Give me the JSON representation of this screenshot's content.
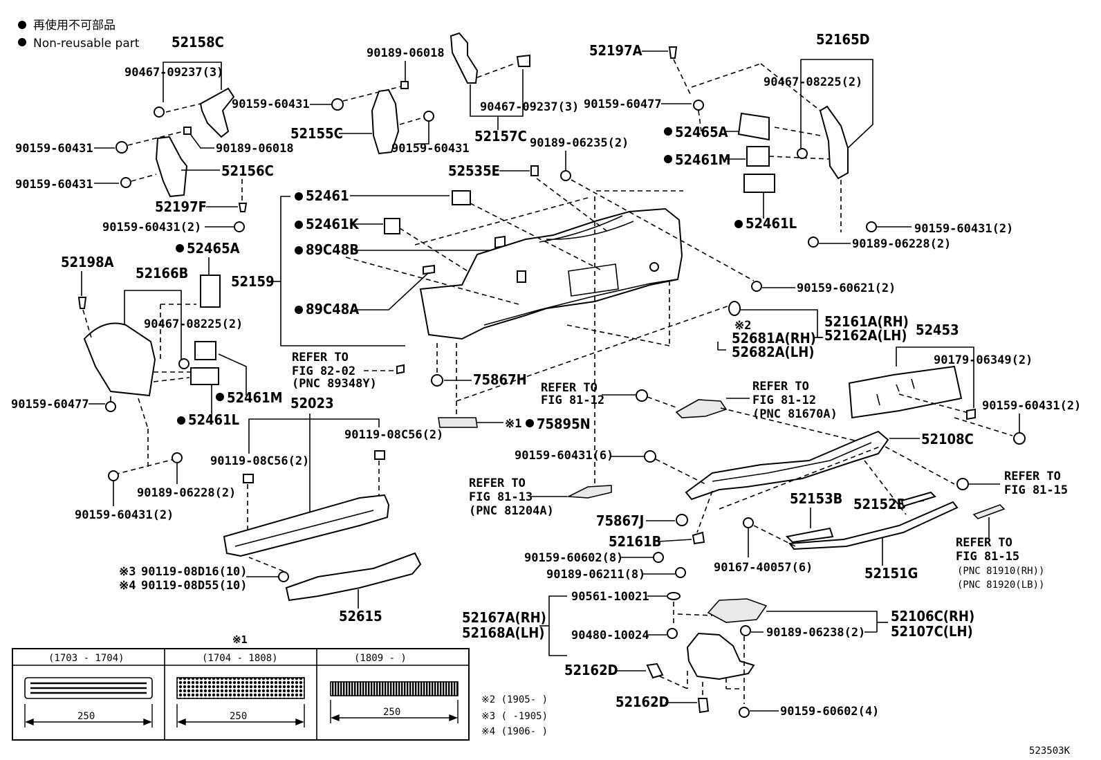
{
  "legend": {
    "jp": "再使用不可部品",
    "en": "Non-reusable part"
  },
  "diagram_id": "523503K",
  "callouts": {
    "c52158C": "52158C",
    "c90467_09237_3a": "90467-09237(3)",
    "c90159_60431_a": "90159-60431",
    "c90159_60431_b": "90159-60431",
    "c90189_06018_a": "90189-06018",
    "c90159_60431_c": "90159-60431",
    "c52156C": "52156C",
    "c52197F": "52197F",
    "c90159_60431_2a": "90159-60431(2)",
    "c52465A_l": "52465A",
    "c52198A": "52198A",
    "c52166B": "52166B",
    "c90467_08225_2a": "90467-08225(2)",
    "c52461M_l": "52461M",
    "c52461L_l": "52461L",
    "c90159_60477_a": "90159-60477",
    "c90189_06228_2a": "90189-06228(2)",
    "c90159_60431_2b": "90159-60431(2)",
    "c90189_06018_b": "90189-06018",
    "c52155C": "52155C",
    "c90159_60431_d": "90159-60431",
    "c90467_09237_3b": "90467-09237(3)",
    "c52157C": "52157C",
    "c90189_06235_2": "90189-06235(2)",
    "c52535E": "52535E",
    "c52461": "52461",
    "c52461K": "52461K",
    "c89C48B": "89C48B",
    "c52159": "52159",
    "c89C48A": "89C48A",
    "refer_82_02": "REFER TO",
    "refer_82_02b": "FIG 82-02",
    "refer_82_02c": "(PNC 89348Y)",
    "c75867H": "75867H",
    "c52023": "52023",
    "c90119_08C56_2a": "90119-08C56(2)",
    "c90119_08C56_2b": "90119-08C56(2)",
    "c75895N": "75895N",
    "c52197A": "52197A",
    "c90159_60477_b": "90159-60477",
    "c52465A_r": "52465A",
    "c52461M_r": "52461M",
    "c52461L_r": "52461L",
    "c52165D": "52165D",
    "c90467_08225_2b": "90467-08225(2)",
    "c90159_60431_2c": "90159-60431(2)",
    "c90189_06228_2b": "90189-06228(2)",
    "c90159_60621_2": "90159-60621(2)",
    "c52161A": "52161A(RH)",
    "c52162A": "52162A(LH)",
    "c52681A": "52681A(RH)",
    "c52682A": "52682A(LH)",
    "c52453": "52453",
    "c90179_06349_2": "90179-06349(2)",
    "c90159_60431_2d": "90159-60431(2)",
    "refer_81_12a": "REFER TO",
    "refer_81_12a2": "FIG 81-12",
    "refer_81_12b": "REFER TO",
    "refer_81_12b2": "FIG 81-12",
    "refer_81_12b3": "(PNC 81670A)",
    "c52108C": "52108C",
    "c90159_60431_6": "90159-60431(6)",
    "refer_81_13": "REFER TO",
    "refer_81_13b": "FIG 81-13",
    "refer_81_13c": "(PNC 81204A)",
    "c75867J": "75867J",
    "c52161B": "52161B",
    "c52153B": "52153B",
    "c52152B": "52152B",
    "refer_81_15a": "REFER TO",
    "refer_81_15a2": "FIG 81-15",
    "refer_81_15b": "REFER TO",
    "refer_81_15b2": "FIG 81-15",
    "refer_81_15b3": "(PNC 81910(RH))",
    "refer_81_15b4": "(PNC 81920(LB))",
    "c90159_60602_8": "90159-60602(8)",
    "c90189_06211_8": "90189-06211(8)",
    "c90167_40057_6": "90167-40057(6)",
    "c52151G": "52151G",
    "c90119_08D16": "90119-08D16(10)",
    "c90119_08D55": "90119-08D55(10)",
    "c52615": "52615",
    "c90561_10021": "90561-10021",
    "c52167A": "52167A(RH)",
    "c52168A": "52168A(LH)",
    "c90480_10024": "90480-10024",
    "c52106C": "52106C(RH)",
    "c52107C": "52107C(LH)",
    "c90189_06238_2": "90189-06238(2)",
    "c52162D_a": "52162D",
    "c52162D_b": "52162D",
    "c90159_60602_4": "90159-60602(4)"
  },
  "marks": {
    "m2": "※2",
    "m1": "※1",
    "m3": "※3",
    "m4": "※4"
  },
  "table": {
    "title": "※1",
    "columns": [
      "(1703 - 1704)",
      "(1704 - 1808)",
      "(1809 -       )"
    ],
    "widths": [
      "250",
      "250",
      "250"
    ]
  },
  "footnotes": {
    "n2": "※2 (1905-      )",
    "n3": "※3 (      -1905)",
    "n4": "※4 (1906-      )"
  }
}
